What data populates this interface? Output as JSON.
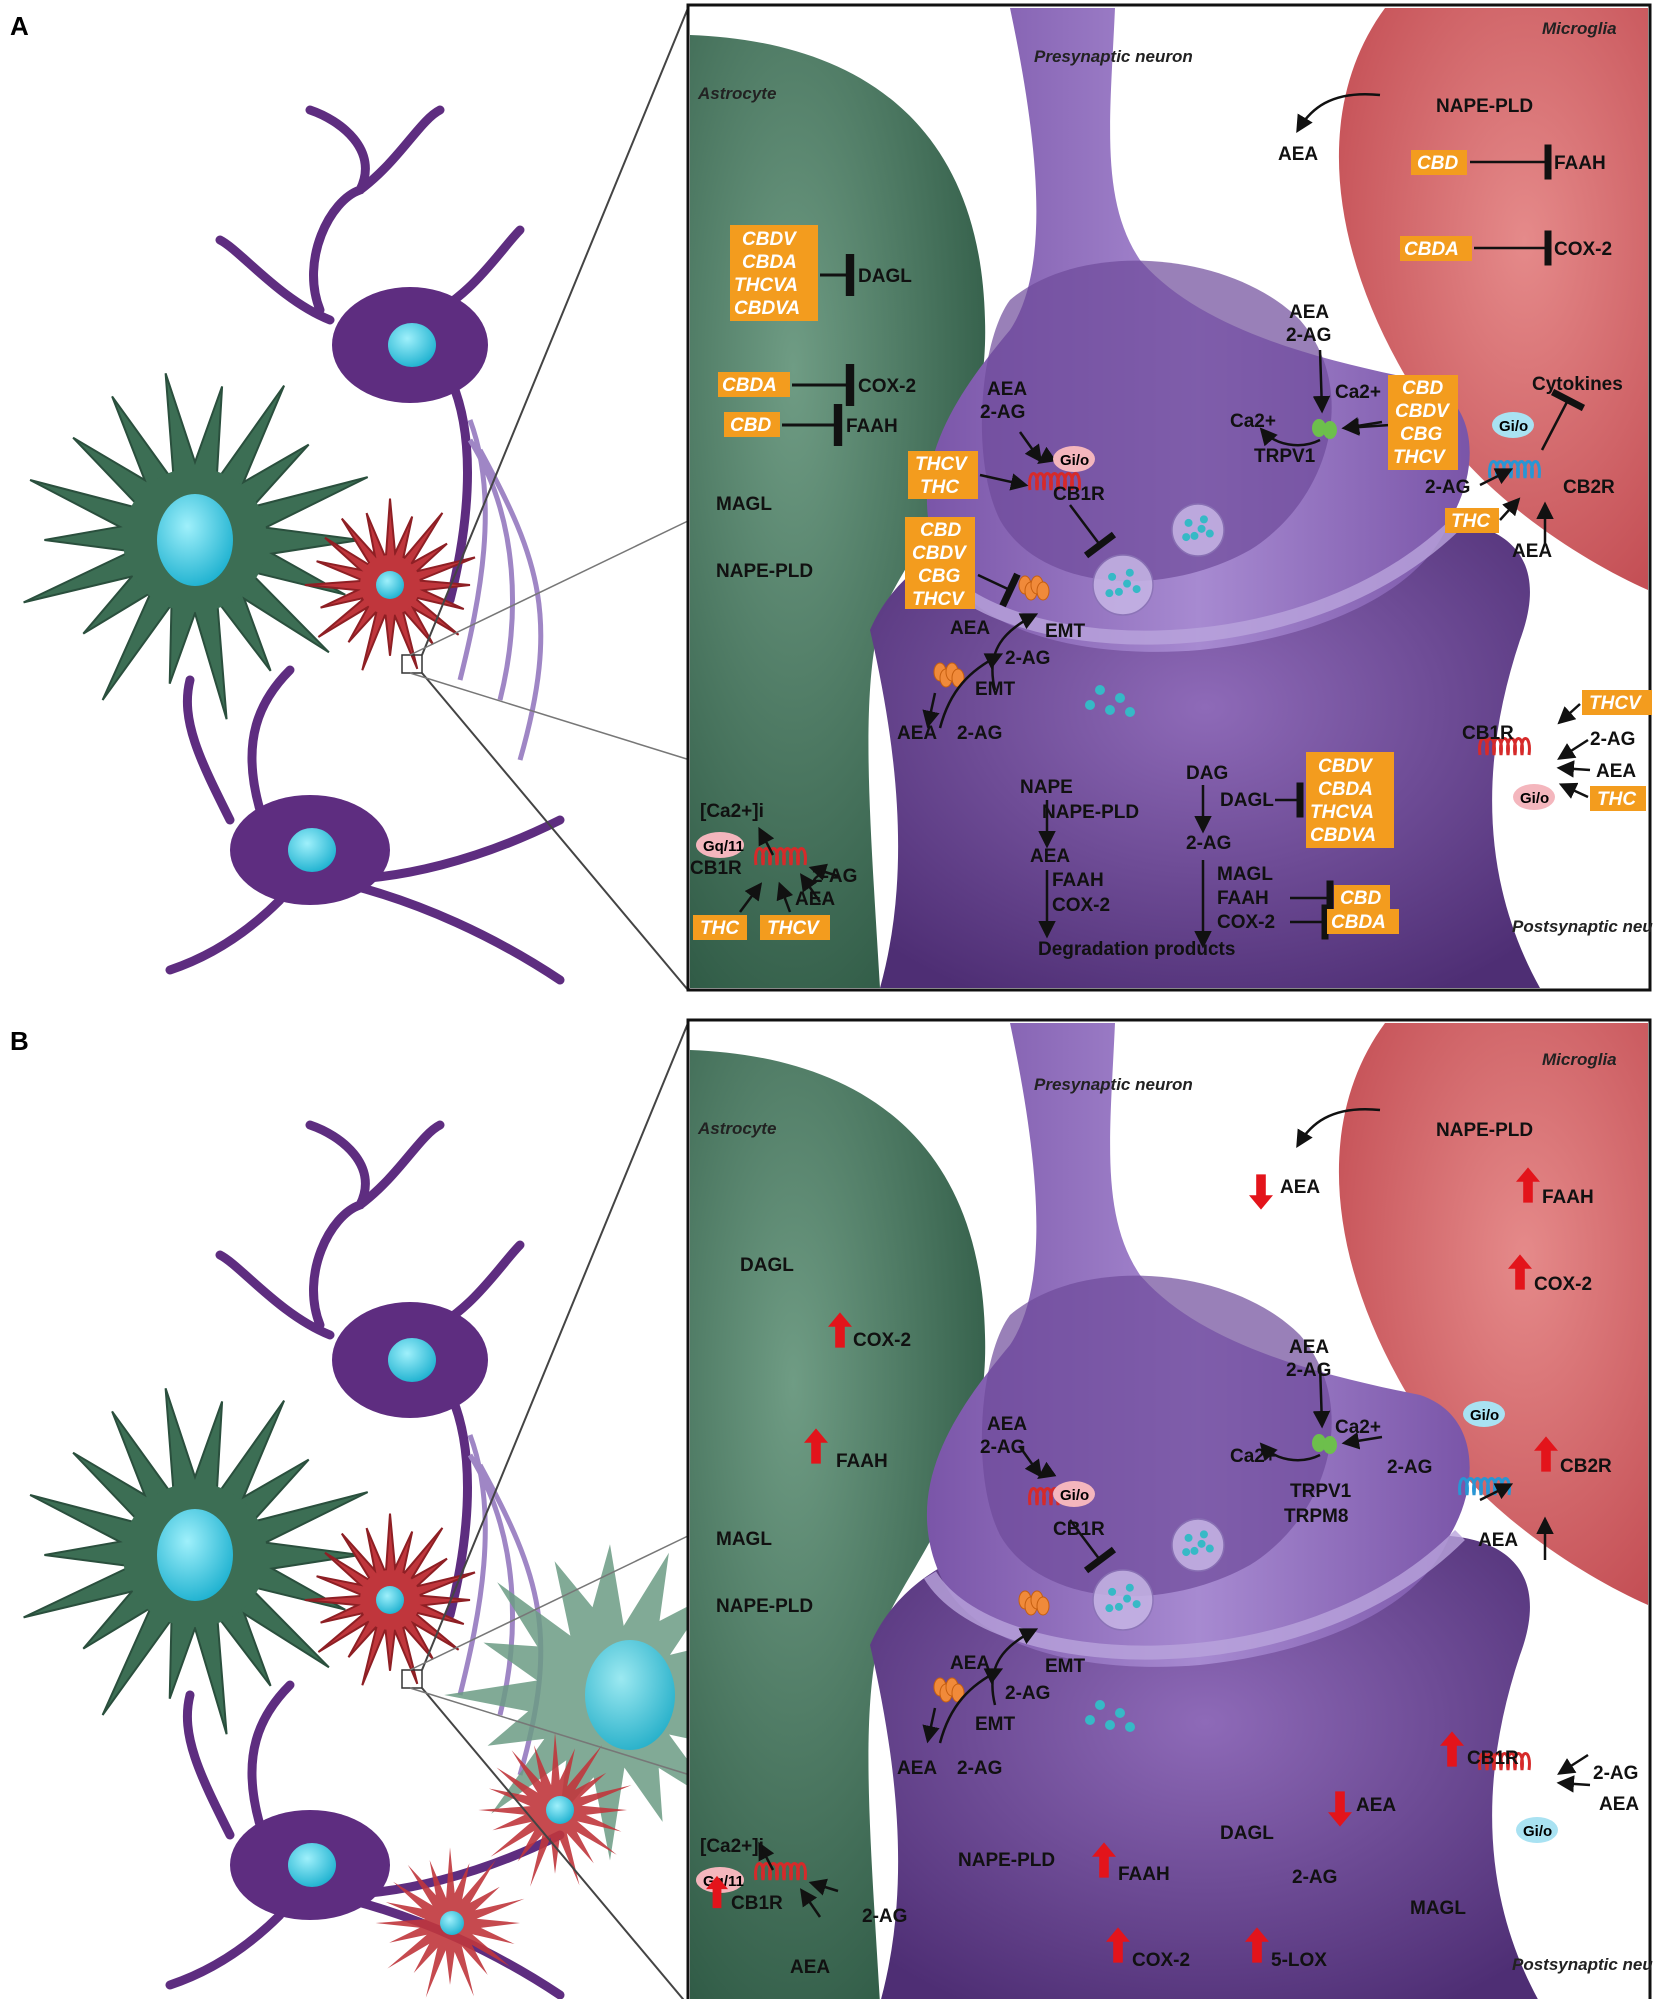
{
  "panels": [
    {
      "letter": "A",
      "cells": {
        "astrocyte": "Astrocyte",
        "presynaptic": "Presynaptic neuron",
        "microglia": "Microglia",
        "postsynaptic": "Postsynaptic neuron"
      },
      "astro": {
        "drugs_dagl": [
          "CBDV",
          "CBDA",
          "THCVA",
          "CBDVA"
        ],
        "dagl": "DAGL",
        "drug_cox": "CBDA",
        "cox": "COX-2",
        "drug_faah": "CBD",
        "faah": "FAAH",
        "magl": "MAGL",
        "nape": "NAPE-PLD",
        "ca": "[Ca2+]i",
        "gq": "Gq/11",
        "cb1r": "CB1R",
        "ag": "2-AG",
        "aea": "AEA",
        "thc": "THC",
        "thcv": "THCV"
      },
      "pre": {
        "aea": "AEA",
        "ag": "2-AG",
        "gio": "Gi/o",
        "cb1r": "CB1R",
        "drugs_cb1": [
          "THCV",
          "THC"
        ],
        "drugs_emt": [
          "CBD",
          "CBDV",
          "CBG",
          "THCV"
        ],
        "emt_aea": "AEA",
        "emt": "EMT",
        "emt_ag": "2-AG",
        "emt2": "EMT",
        "low_aea": "AEA",
        "low_ag": "2-AG",
        "trpv_aea": "AEA",
        "trpv_ag": "2-AG",
        "trpv_ca_in": "Ca2+",
        "trpv_ca_out": "Ca2+",
        "trpv1": "TRPV1",
        "drugs_trpv": [
          "CBD",
          "CBDV",
          "CBG",
          "THCV"
        ]
      },
      "micro": {
        "nape": "NAPE-PLD",
        "aea": "AEA",
        "drug_faah": "CBD",
        "faah": "FAAH",
        "drug_cox": "CBDA",
        "cox": "COX-2",
        "cytokines": "Cytokines",
        "gio": "Gi/o",
        "ag": "2-AG",
        "cb2r": "CB2R",
        "thc": "THC",
        "aea2": "AEA"
      },
      "post": {
        "nape": "NAPE",
        "nape_pld": "NAPE-PLD",
        "aea": "AEA",
        "faah": "FAAH",
        "cox": "COX-2",
        "dag": "DAG",
        "dagl": "DAGL",
        "drugs_dagl": [
          "CBDV",
          "CBDA",
          "THCVA",
          "CBDVA"
        ],
        "ag": "2-AG",
        "magl": "MAGL",
        "faah2": "FAAH",
        "drug_faah": "CBD",
        "cox2": "COX-2",
        "drug_cox": "CBDA",
        "degradation": "Degradation products",
        "cb1r": "CB1R",
        "drug_thcv": "THCV",
        "r_ag": "2-AG",
        "r_aea": "AEA",
        "drug_thc": "THC",
        "gio": "Gi/o"
      }
    },
    {
      "letter": "B",
      "cells": {
        "astrocyte": "Astrocyte",
        "presynaptic": "Presynaptic neuron",
        "microglia": "Microglia",
        "postsynaptic": "Postsynaptic neuron"
      },
      "astro": {
        "dagl": "DAGL",
        "cox": "COX-2",
        "faah": "FAAH",
        "magl": "MAGL",
        "nape": "NAPE-PLD",
        "ca": "[Ca2+]i",
        "gq": "Gq/11",
        "cb1r": "CB1R",
        "ag": "2-AG",
        "aea": "AEA"
      },
      "pre": {
        "aea": "AEA",
        "ag": "2-AG",
        "gio": "Gi/o",
        "cb1r": "CB1R",
        "emt_aea": "AEA",
        "emt": "EMT",
        "emt_ag": "2-AG",
        "emt2": "EMT",
        "low_aea": "AEA",
        "low_ag": "2-AG",
        "trpv_aea": "AEA",
        "trpv_ag": "2-AG",
        "trpv_ca_in": "Ca2+",
        "trpv_ca_out": "Ca2+",
        "trpv1": "TRPV1",
        "trpm8": "TRPM8"
      },
      "micro": {
        "nape": "NAPE-PLD",
        "aea": "AEA",
        "faah": "FAAH",
        "cox": "COX-2",
        "gio": "Gi/o",
        "ag": "2-AG",
        "cb2r": "CB2R",
        "aea2": "AEA"
      },
      "post": {
        "cb1r": "CB1R",
        "r_ag": "2-AG",
        "r_aea": "AEA",
        "gio": "Gi/o",
        "aea": "AEA",
        "nape_pld": "NAPE-PLD",
        "dagl": "DAGL",
        "faah": "FAAH",
        "ag": "2-AG",
        "magl": "MAGL",
        "cox": "COX-2",
        "lox": "5-LOX"
      }
    }
  ]
}
